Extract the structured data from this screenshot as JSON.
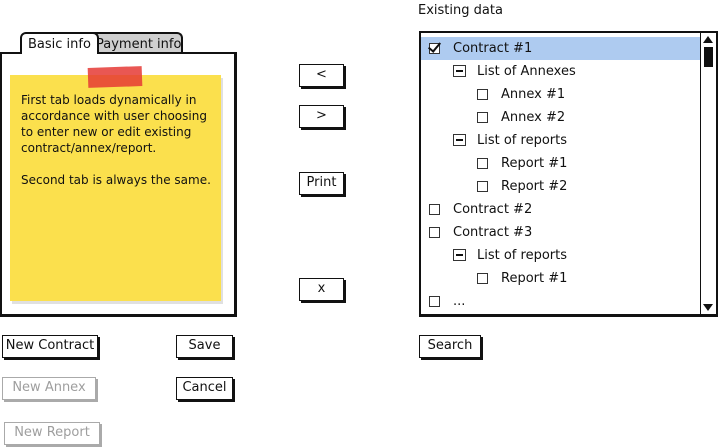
{
  "tabs": {
    "basic_info": "Basic info",
    "payment_info": "Payment info"
  },
  "note": {
    "paragraph1": "First tab loads dynamically in accordance with user choosing to enter new or edit existing contract/annex/report.",
    "paragraph2": "Second tab is always the same."
  },
  "middle_buttons": {
    "prev": "<",
    "next": ">",
    "print": "Print",
    "close": "x"
  },
  "bottom_buttons": {
    "new_contract": "New Contract",
    "new_annex": "New Annex",
    "new_report": "New Report",
    "save": "Save",
    "cancel": "Cancel"
  },
  "tree": {
    "title": "Existing data",
    "items": [
      {
        "label": "Contract #1",
        "level": 0,
        "control": "checkbox",
        "checked": true,
        "selected": true
      },
      {
        "label": "List of Annexes",
        "level": 1,
        "control": "collapse",
        "checked": false,
        "selected": false
      },
      {
        "label": "Annex #1",
        "level": 2,
        "control": "checkbox",
        "checked": false,
        "selected": false
      },
      {
        "label": "Annex #2",
        "level": 2,
        "control": "checkbox",
        "checked": false,
        "selected": false
      },
      {
        "label": "List of reports",
        "level": 1,
        "control": "collapse",
        "checked": false,
        "selected": false
      },
      {
        "label": "Report #1",
        "level": 2,
        "control": "checkbox",
        "checked": false,
        "selected": false
      },
      {
        "label": "Report #2",
        "level": 2,
        "control": "checkbox",
        "checked": false,
        "selected": false
      },
      {
        "label": "Contract #2",
        "level": 0,
        "control": "checkbox",
        "checked": false,
        "selected": false
      },
      {
        "label": "Contract #3",
        "level": 0,
        "control": "checkbox",
        "checked": false,
        "selected": false
      },
      {
        "label": "List of reports",
        "level": 1,
        "control": "collapse",
        "checked": false,
        "selected": false
      },
      {
        "label": "Report #1",
        "level": 2,
        "control": "checkbox",
        "checked": false,
        "selected": false
      },
      {
        "label": "...",
        "level": 0,
        "control": "checkbox",
        "checked": false,
        "selected": false
      }
    ]
  },
  "search_button": "Search",
  "colors": {
    "sticky_note": "#fbe04d",
    "tape": "#e53935",
    "selection": "#aecbf0"
  }
}
